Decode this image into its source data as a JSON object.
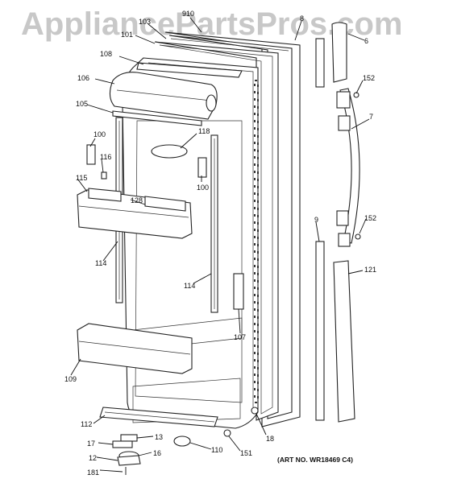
{
  "watermark": "AppliancePartsPros.com",
  "art_number": "(ART NO. WR18469 C4)",
  "labels": [
    "910",
    "103",
    "8",
    "6",
    "101",
    "108",
    "106",
    "152",
    "105",
    "7",
    "100",
    "118",
    "116",
    "100",
    "115",
    "128",
    "9",
    "152",
    "121",
    "114",
    "114",
    "107",
    "109",
    "112",
    "13",
    "18",
    "17",
    "16",
    "110",
    "151",
    "12",
    "181"
  ]
}
